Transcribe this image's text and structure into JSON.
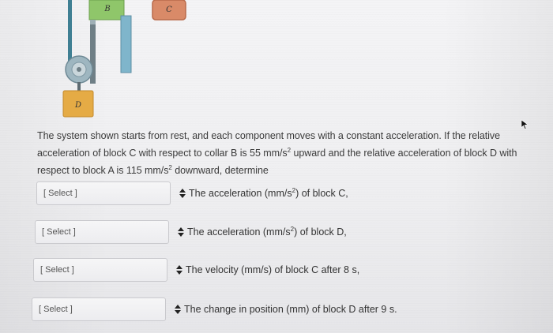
{
  "figure": {
    "collar_label": "B",
    "block_c_label": "C",
    "block_d_label": "D"
  },
  "question": {
    "prefix": "The system shown starts from rest, and each component moves with a constant acceleration. If the relative acceleration of block C with respect to collar B is 55 mm/s",
    "sup1": "2",
    "middle": " upward and the relative acceleration of block D with respect to block A is 115 mm/s",
    "sup2": "2",
    "suffix": " downward, determine"
  },
  "answers": [
    {
      "select_value": "[ Select ]",
      "label_pre": "The acceleration (mm/s",
      "label_sup": "2",
      "label_post": ") of block C,"
    },
    {
      "select_value": "[ Select ]",
      "label_pre": "The acceleration (mm/s",
      "label_sup": "2",
      "label_post": ") of block D,"
    },
    {
      "select_value": "[ Select ]",
      "label_pre": "The velocity (mm/s) of block C after 8 s,",
      "label_sup": "",
      "label_post": ""
    },
    {
      "select_value": "[ Select ]",
      "label_pre": "The change in position (mm) of block D after 9 s.",
      "label_sup": "",
      "label_post": ""
    }
  ],
  "icons": {
    "dropdown": "up-down-arrows-icon",
    "cursor": "cursor-icon"
  }
}
